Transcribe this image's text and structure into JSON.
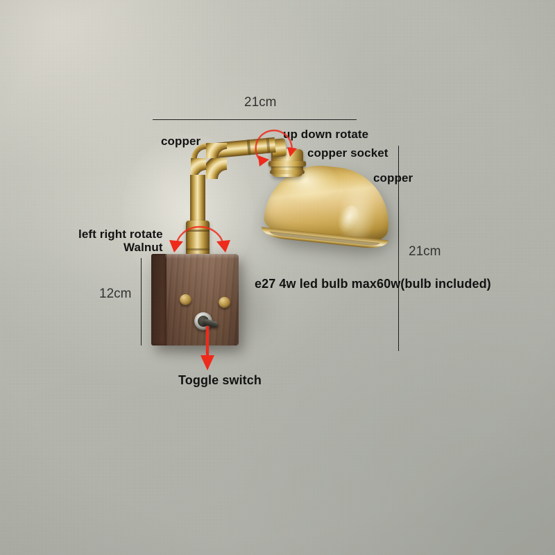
{
  "diagram": {
    "title": "Wall sconce lamp annotated product diagram",
    "background_color": "#b5b7af",
    "accent_color": "#ee2a1b",
    "brass_color": "#d2b264",
    "walnut_color": "#7c5a44"
  },
  "dimensions": {
    "width_label": "21cm",
    "height_label": "21cm",
    "plate_label": "12cm"
  },
  "labels": {
    "arm_material": "copper",
    "up_down_rotate": "up down rotate",
    "copper_socket": "copper socket",
    "shade_material": "copper",
    "left_right_rotate": "left right rotate",
    "base_material": "Walnut",
    "bulb_spec": "e27 4w led bulb max60w(bulb included)",
    "toggle_switch": "Toggle switch"
  },
  "parts": {
    "shade": "dome-lamp-shade",
    "socket": "lamp-socket",
    "arm": "brass-arm",
    "elbow": "brass-elbow",
    "post": "brass-post",
    "collar": "rotating-collar",
    "plate": "walnut-wall-plate",
    "screw_left": "brass-screw-left",
    "screw_right": "brass-screw-right",
    "toggle": "toggle-switch"
  }
}
